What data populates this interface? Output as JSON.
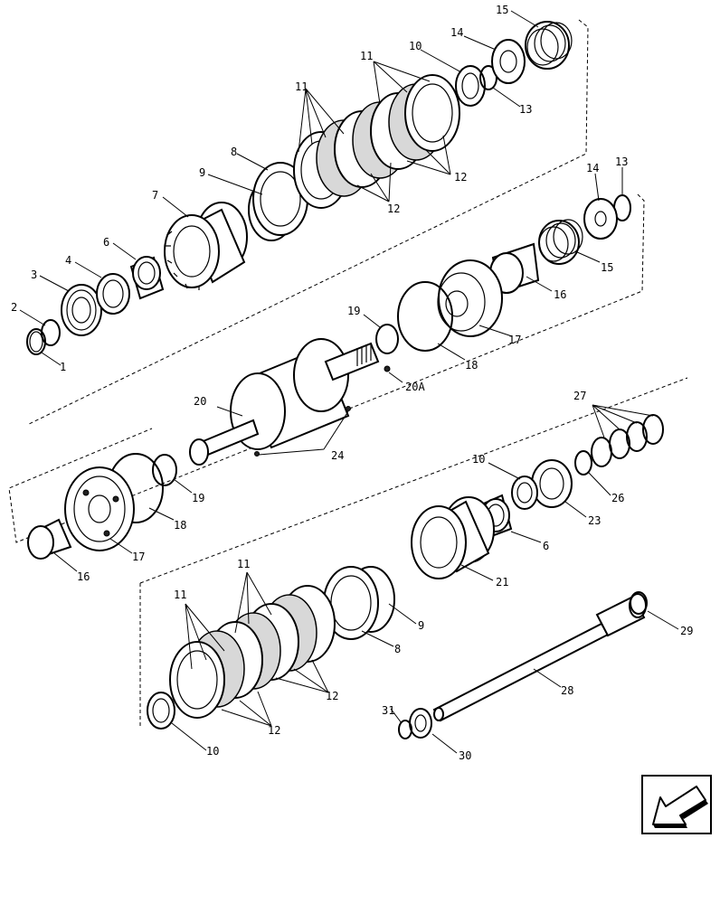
{
  "labels": {
    "l1": "1",
    "l2": "2",
    "l3": "3",
    "l4": "4",
    "l6": "6",
    "l7": "7",
    "l8": "8",
    "l9": "9",
    "l10a": "10",
    "l11a": "11",
    "l11b": "11",
    "l12a": "12",
    "l12b": "12",
    "l13a": "13",
    "l14a": "14",
    "l15a": "15",
    "l14b": "14",
    "l13b": "13",
    "l15b": "15",
    "l16a": "16",
    "l17a": "17",
    "l18a": "18",
    "l19a": "19",
    "l20a": "20A",
    "l20": "20",
    "l24": "24",
    "l19b": "19",
    "l18b": "18",
    "l17b": "17",
    "l16b": "16",
    "l27": "27",
    "l10b": "10",
    "l26": "26",
    "l23": "23",
    "l6b": "6",
    "l21": "21",
    "l11c": "11",
    "l11d": "11",
    "l9b": "9",
    "l8b": "8",
    "l12c": "12",
    "l12d": "12",
    "l29": "29",
    "l28": "28",
    "l31": "31",
    "l30": "30",
    "l10c": "10"
  },
  "nav": {
    "icon": "arrow-left-down-icon"
  }
}
